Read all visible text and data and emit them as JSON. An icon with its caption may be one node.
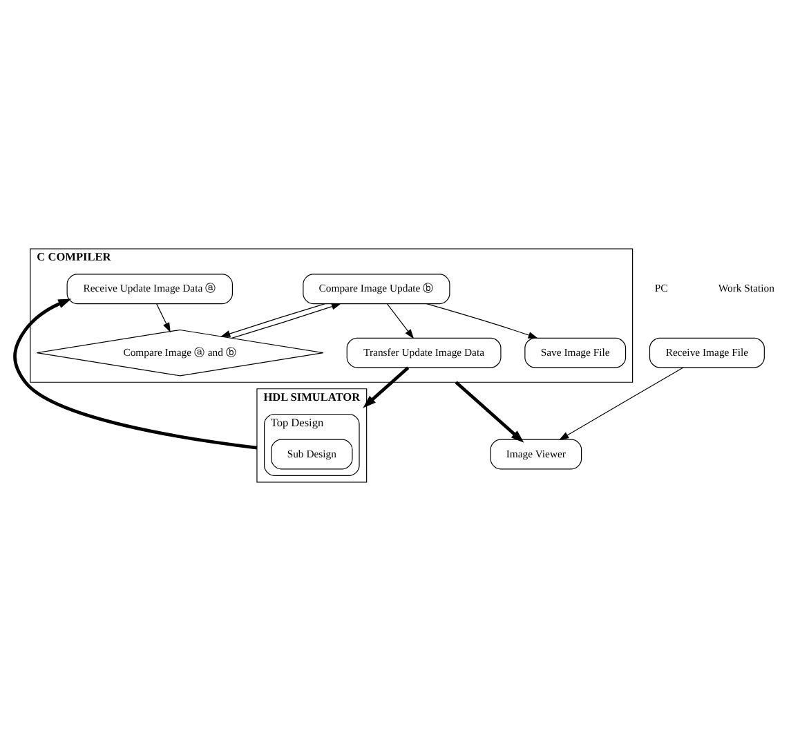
{
  "diagram": {
    "nodes": [
      {
        "text": [
          "HDL SIMULATOR"
        ]
      },
      {
        "text": [
          "Top Design"
        ],
        "in": 0
      },
      {
        "text": [
          "Sub Design"
        ],
        "in": 1
      },
      {
        "text": [
          "C COMPILER"
        ]
      },
      {
        "text": [
          "Transfer Update Image Data"
        ],
        "in": 3
      },
      {
        "text": [
          "Receive Update Image Data ⓐ"
        ],
        "in": 3
      },
      {
        "text": [
          "Compare Image ⓐ and ⓑ"
        ],
        "in": 3
      },
      {
        "text": [
          "Compare Image Update ⓑ"
        ],
        "in": 3
      },
      {
        "text": [
          "Save Image File"
        ],
        "in": 3
      },
      {
        "text": [
          "Receive Image File"
        ]
      },
      {
        "text": [
          "Image Viewer"
        ]
      }
    ],
    "edges": [
      {
        "from": 4,
        "to": 0,
        "arrow": "to",
        "style": "thick"
      },
      {
        "from": 0,
        "to": 5,
        "arrow": "to",
        "style": "thick"
      },
      {
        "from": 5,
        "to": 6,
        "arrow": "to"
      },
      {
        "from": 6,
        "to": 7,
        "arrow": "to"
      },
      {
        "from": 7,
        "to": 8,
        "arrow": "to"
      },
      {
        "from": 7,
        "to": 4,
        "arrow": "to"
      },
      {
        "from": 7,
        "to": 6,
        "arrow": "to"
      },
      {
        "from": 3,
        "to": 10,
        "arrow": "to",
        "style": "thick"
      },
      {
        "from": 9,
        "to": 10,
        "arrow": "to"
      }
    ],
    "labels": [
      "PC",
      "Work Station"
    ]
  }
}
